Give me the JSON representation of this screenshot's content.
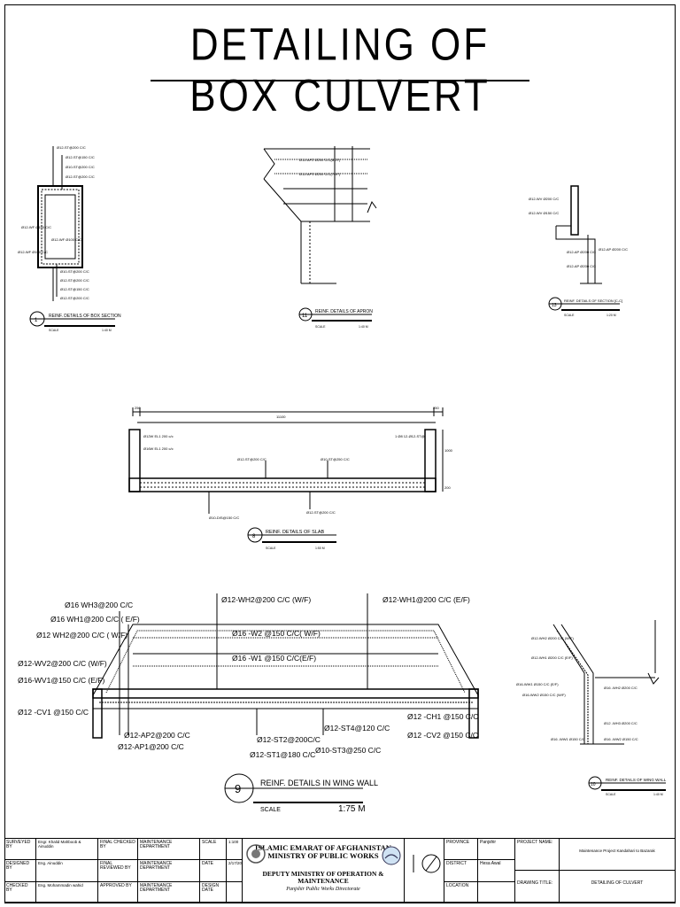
{
  "drawing": {
    "title": "DETAILING OF BOX CULVERT",
    "details": [
      {
        "num": "1",
        "title": "REINF. DETAILS OF BOX SECTION",
        "scale_label": "SCALE",
        "scale": "1:40 M"
      },
      {
        "num": "11",
        "title": "REINF. DETAILS OF APRON",
        "scale_label": "SCALE",
        "scale": "1:40 M"
      },
      {
        "num": "13",
        "title": "REINF. DETAILS OF SECTION [C-C]",
        "scale_label": "SCALE",
        "scale": "1:20 M"
      },
      {
        "num": "8",
        "title": "REINF. DETAILS OF SLAB",
        "scale_label": "SCALE",
        "scale": "1:50 M"
      },
      {
        "num": "9",
        "title": "REINF. DETAILS IN WING WALL",
        "scale_label": "SCALE",
        "scale": "1:75 M"
      },
      {
        "num": "10",
        "title": "REINF. DETAILS OF WING WALL",
        "scale_label": "SCALE",
        "scale": "1:40 M"
      }
    ],
    "box_labels": [
      "Ø12-ST@200 C/C",
      "Ø12-ST@150 C/C",
      "Ø10-ST@200 C/C",
      "Ø12-ST@200 C/C",
      "Ø12-WF Ø150 C/C",
      "Ø12-WF Ø100 C/C",
      "Ø12-WF Ø150 C/C",
      "Ø10-ST@200 C/C",
      "Ø12-ST@200 C/C",
      "Ø12-ST@150 C/C",
      "Ø12-ST@200 C/C"
    ],
    "apron_labels": [
      "Ø12-AP2 Ø200 C/C(BOT)",
      "Ø12-AP1 Ø200 C/C(TOP)"
    ],
    "section_labels": [
      "Ø12-WV Ø200 C/C",
      "Ø12-WV Ø150 C/C",
      "Ø12-AP Ø200 C/C",
      "Ø12-AP Ø200 C/C",
      "Ø12-AP Ø200 C/C"
    ],
    "slab_dims": {
      "left": "250",
      "span": "11100",
      "right": "250",
      "h1": "1000",
      "h2": "200"
    },
    "slab_labels": [
      "Ø12W EL1 200 c/c",
      "Ø16W EL1 200 c/c",
      "Ø12-ST@200 C/C",
      "Ø10-ST@250 C/C",
      "1 Ø8 12-Ø12-ST@",
      "Ø10-DIS@150 C/C",
      "Ø12-ST@200 C/C"
    ],
    "wing_labels": [
      "Ø16 WH3@200 C/C",
      "Ø16 WH1@200 C/C ( E/F)",
      "Ø12 WH2@200 C/C ( W/F)",
      "Ø12-WV2@200 C/C (W/F)",
      "Ø16-WV1@150 C/C (E/F)",
      "Ø12 -CV1 @150 C/C",
      "Ø12-WH2@200 C/C (W/F)",
      "Ø12-WH1@200 C/C (E/F)",
      "Ø16 -W2 @150 C/C( W/F)",
      "Ø16 -W1 @150 C/C(E/F)",
      "Ø12-AP2@200 C/C",
      "Ø12-AP1@200 C/C",
      "Ø12-ST2@200C/C",
      "Ø12-ST1@180 C/C",
      "Ø12-ST4@120 C/C",
      "Ø10-ST3@250 C/C",
      "Ø12 -CH1 @150 C/C",
      "Ø12 -CV2 @150 C/C"
    ],
    "wing_side_labels": [
      "Ø12-WH2 Ø200 C/C (W/F)",
      "Ø12-WH1 Ø200 C/C (E/F)",
      "Ø16-WW1 Ø150 C/C (E/F)",
      "Ø16-WW2 Ø150 C/C (W/F)",
      "Ø16 -WH2 Ø200 C/C",
      "Ø12 -WH3 Ø200 C/C",
      "Ø16 -WW2 Ø150 C/C",
      "Ø16 -WW1 Ø150 C/C"
    ]
  },
  "titleblock": {
    "surveyed_by_label": "SURVEYED BY",
    "surveyed_by": "Engr. Khalid Mahboob & Ainuddin",
    "designed_by_label": "DESIGNED BY",
    "designed_by": "Eng. Ainuddin",
    "checked_by_label": "CHECKED BY",
    "checked_by": "Eng. Mohammadin wahid",
    "final_checked_label": "FINAL CHECKED BY",
    "final_reviewed_label": "FINAL REVIEWED BY",
    "approved_label": "APPROVED BY",
    "dept": "MAINTENANCE DEPARTMENT",
    "scale_label": "SCALE",
    "scale_val": "1:100",
    "date_label": "DATE",
    "date_val": "2/17/2022",
    "design_date_label": "DESIGN DATE",
    "org_line1": "ISLAMIC EMARAT OF AFGHANISTAN",
    "org_line2": "MINISTRY OF PUBLIC WORKS",
    "org_line3": "DEPUTY MINISTRY OF OPERATION & MAINTENANCE",
    "org_line4": "Panjshir Public Works Directorate",
    "province_label": "PROVINCE",
    "province": "Panjshir",
    "district_label": "DISTRICT",
    "district": "Hesa Awal",
    "location_label": "LOCATION",
    "location": "",
    "project_name_label": "PROJECT NAME:",
    "project_name": "Maintenance Project Kandahari to Bazarak",
    "drawing_title_label": "DRAWING TITLE:",
    "drawing_title": "DETAILING OF CULVERT"
  }
}
